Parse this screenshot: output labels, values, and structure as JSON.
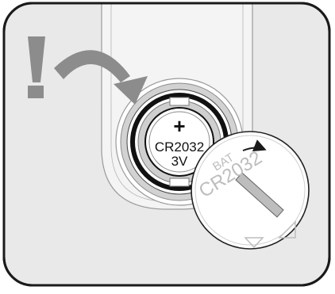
{
  "battery": {
    "plus_sign": "+",
    "model": "CR2032",
    "voltage": "3V"
  },
  "cover": {
    "label_bat": "BAT",
    "label_model": "CR2032"
  },
  "colors": {
    "frame_stroke": "#1a1a1a",
    "panel_fill": "#e8e8e8",
    "warning_gray": "#8c8c8c",
    "ring_gray": "#bdbdbd",
    "cover_text": "#bfbfbf",
    "white": "#ffffff"
  },
  "icons": {
    "warning": "exclamation-icon",
    "rotation_arrow": "curved-arrow-icon",
    "turn_arrow": "small-curved-arrow-icon",
    "alignment_marks": "triangle-icon"
  }
}
